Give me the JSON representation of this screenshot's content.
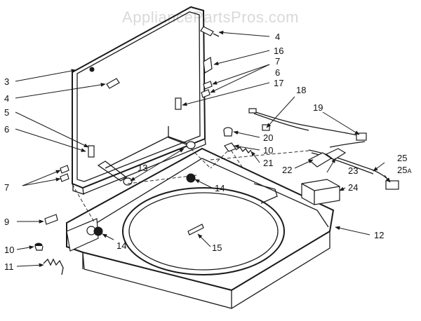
{
  "watermark": "AppliancePartsPros.com",
  "callouts": {
    "c3": "3",
    "c4a": "4",
    "c4b": "4",
    "c5": "5",
    "c6a": "6",
    "c6b": "6",
    "c7a": "7",
    "c7b": "7",
    "c9": "9",
    "c10a": "10",
    "c10b": "10",
    "c11": "11",
    "c12": "12",
    "c13": "13",
    "c14a": "14",
    "c14b": "14",
    "c15": "15",
    "c16": "16",
    "c17": "17",
    "c18": "18",
    "c19": "19",
    "c20": "20",
    "c21": "21",
    "c22": "22",
    "c23": "23",
    "c24": "24",
    "c25": "25",
    "c25a_main": "25",
    "c25a_sub": "A"
  }
}
